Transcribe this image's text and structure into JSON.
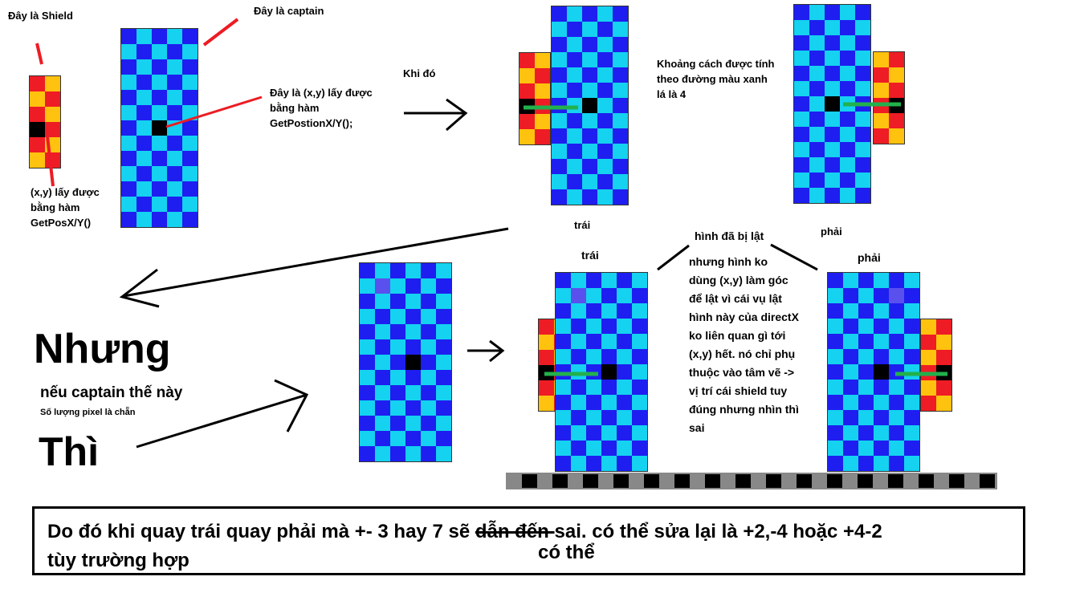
{
  "labels": {
    "shield_title": "Đây là Shield",
    "captain_title": "Đây là captain",
    "captain_xy": [
      "Đây là (x,y) lấy được",
      "bằng hàm",
      "GetPostionX/Y();"
    ],
    "shield_xy": [
      "(x,y) lấy được",
      "bằng hàm",
      "GetPosX/Y()"
    ],
    "khi_do": "Khi đó",
    "distance_note": [
      "Khoảng cách được tính",
      "theo đường màu xanh",
      "lá là 4"
    ],
    "trai_top": "trái",
    "phai_top": "phải",
    "flipped": "hình đã bị lật",
    "trai_bottom": "trái",
    "phai_bottom": "phải",
    "flip_explanation": [
      "nhưng hình ko",
      "dùng (x,y) làm góc",
      "để lật vì cái vụ lật",
      "hình này của directX",
      "ko liên quan gì tới",
      "(x,y) hết. nó chỉ phụ",
      "thuộc vào tâm vẽ ->",
      "vị trí cái shield tuy",
      "đúng nhưng nhìn thì",
      "sai"
    ],
    "nhung": "Nhưng",
    "neu_captain": "nếu captain thế này",
    "even_pixels": "Số lượng pixel là chẵn",
    "thi": "Thì"
  },
  "conclusion": {
    "line1_before": "Do đó khi quay trái quay phải mà +- 3 hay 7 sẽ ",
    "line1_struck": "dẫn đến ",
    "line1_after": "sai. có thể sửa lại là +2,-4 hoặc +4-2",
    "inserted": "có thể",
    "line2": "tùy trường hợp"
  },
  "colors": {
    "captain_dark": "#1e1ef0",
    "captain_light": "#14d2f0",
    "shield_red": "#ee1c24",
    "shield_yellow": "#ffc20e",
    "marker": "#000000",
    "measure_line": "#22b14c",
    "annotation_red": "#ed1c24"
  }
}
